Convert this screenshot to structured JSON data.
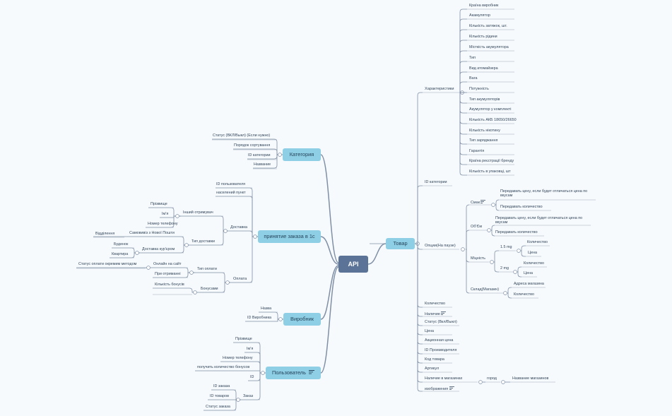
{
  "title": "API",
  "note_icon": "note-icon",
  "colors": {
    "background": "#f7fafd",
    "center": "#5b7397",
    "main": "#8ecfe5",
    "link": "#7f8fa5"
  },
  "branches": {
    "kategoria": {
      "label": "Категория",
      "items": [
        "Статус (ВКЛ/Выкл) (Если нужно)",
        "Порядок сортування",
        "ID категории",
        "Название"
      ]
    },
    "prinyatie": {
      "label": "принятие заказа в 1с",
      "items": [
        "ID пользователя",
        "населений пункт"
      ],
      "dostavka": {
        "label": "Доставка",
        "inshyi": {
          "label": "Інший отримувач",
          "items": [
            "Прізвище",
            "Імʼя",
            "Номер телефону"
          ]
        },
        "typ": {
          "label": "Тип доставки",
          "samovyviz": {
            "label": "Самовивіз з Нової Пошти",
            "items": [
              "Відділення"
            ]
          },
          "kurier": {
            "label": "Доставка кур'єром",
            "items": [
              "Буденок",
              "Квартира"
            ]
          }
        }
      },
      "oplata": {
        "label": "Оплата",
        "typ": {
          "label": "Тип оплати",
          "online": {
            "label": "Онлайн на сайт",
            "items": [
              "Статус оплати окремим методом"
            ]
          },
          "items": [
            "При отриманні"
          ]
        },
        "bonus": {
          "label": "Бонусами",
          "items": [
            "Кількість бонусів"
          ]
        }
      }
    },
    "vyrobnyk": {
      "label": "Виробник",
      "items": [
        "Назва",
        "ID Виробника"
      ]
    },
    "polzovatel": {
      "label": "Пользователь",
      "items": [
        "Прізвище",
        "Імʼя",
        "Номер телефону",
        "получить количество бонусов",
        "ID"
      ],
      "zakaz": {
        "label": "Заказ",
        "items": [
          "ID заказа",
          "ID товаров",
          "Статус заказа"
        ]
      }
    },
    "tovar": {
      "label": "Товар",
      "kharakterystyky": {
        "label": "Характеристики",
        "items": [
          "Країна виробник",
          "Акамулятор",
          "Кількість затяжок, шт.",
          "Кількість рідини",
          "Місткість акумулятора",
          "Тип",
          "Вид атомайзера",
          "Вага",
          "Потужність",
          "Тип акумуляторів",
          "Акумулятор у комплекті",
          "Кількість АКБ 18650/26650",
          "Кількість нікотину",
          "Тип заряджання",
          "Гарантія",
          "Країна реєстрації бренду",
          "Кількість в упаковці, шт"
        ]
      },
      "id_kategorii": "ID категории",
      "opcii": {
        "label": "Опции(На паузе)",
        "smak": {
          "label": "Смак",
          "items": [
            "Передавать цену, если будет отличаться цена по вкусам",
            "Передавать количество"
          ]
        },
        "obem": {
          "label": "ОбʼЄм",
          "items": [
            "Передавать цену, если будет отличаться цена по вкусам",
            "Передавать количество"
          ]
        },
        "mistkist": {
          "label": "Міцність",
          "v1": {
            "label": "1.5 mg",
            "items": [
              "Количество",
              "Цена"
            ]
          },
          "v2": {
            "label": "2 mg",
            "items": [
              "Количество",
              "Цена"
            ]
          }
        },
        "sklad": {
          "label": "Склад(Магазин)",
          "items": [
            "Адреса магазина",
            "Количество"
          ]
        }
      },
      "items": [
        "Количество",
        "Наличие",
        "Статус (Вкл/Выкл)",
        "Цена",
        "Акционная цена",
        "ID Производителя",
        "Код товара",
        "Артикул"
      ],
      "nalychie_v_magazinah": {
        "label": "Наличие в магазинах",
        "gorod": "город",
        "nazvanie": "Название магазинов"
      },
      "izobrazhenie": "изображения"
    }
  }
}
